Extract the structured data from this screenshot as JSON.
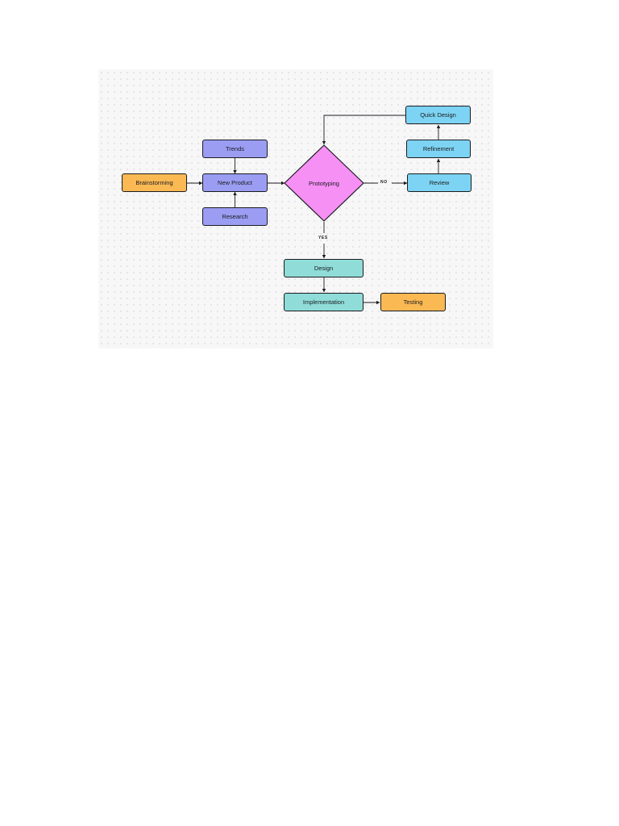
{
  "colors": {
    "purple": "#9a9df2",
    "orange": "#fbb954",
    "pink": "#f690f5",
    "sky": "#7dd3f3",
    "teal": "#8fdcd8",
    "stroke": "#1b1b1f"
  },
  "nodes": {
    "brainstorming": "Brainstorming",
    "trends": "Trends",
    "new_product": "New Product",
    "research": "Research",
    "prototyping": "Prototyping",
    "quick_design": "Quick Design",
    "refinement": "Refinement",
    "review": "Review",
    "design": "Design",
    "implementation": "Implementation",
    "testing": "Testing"
  },
  "edge_labels": {
    "no": "NO",
    "yes": "YES"
  }
}
